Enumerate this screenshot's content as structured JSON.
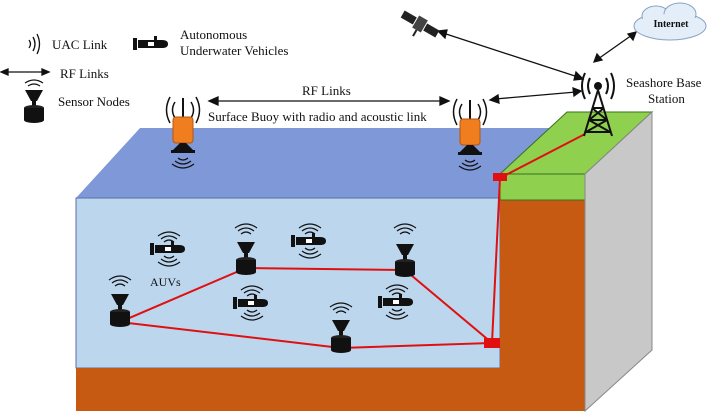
{
  "legend": {
    "uac_link": "UAC Link",
    "auv_line1": "Autonomous",
    "auv_line2": "Underwater Vehicles",
    "rf_links": "RF Links",
    "sensor_nodes": "Sensor Nodes"
  },
  "labels": {
    "rf_links_top": "RF Links",
    "surface_buoy": "Surface Buoy with radio and acoustic link",
    "base_station_line1": "Seashore Base",
    "base_station_line2": "Station",
    "internet": "Internet",
    "auvs": "AUVs"
  },
  "colors": {
    "ocean_top": "#7f98d8",
    "water": "#bcd6ee",
    "seabed": "#c65a12",
    "land_top": "#8fd04f",
    "land_side": "#c8c8c8",
    "link_red": "#e01010",
    "buoy_orange": "#f07d1e"
  },
  "icons": [
    "wifi-tower-icon",
    "satellite-icon",
    "internet-cloud-icon",
    "buoy-icon",
    "sensor-node-icon",
    "auv-icon",
    "acoustic-wave-icon"
  ]
}
